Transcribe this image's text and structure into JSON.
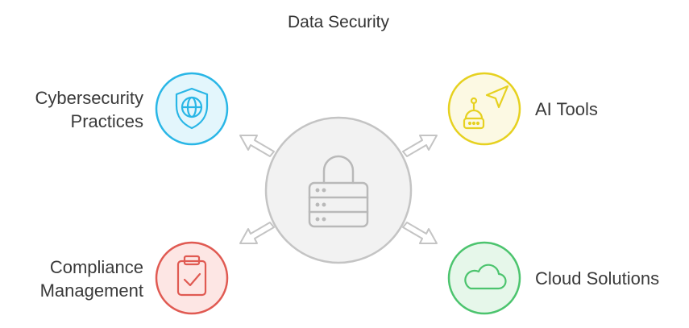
{
  "title": "Data Security",
  "center": {
    "icon": "lock-server-icon"
  },
  "nodes": [
    {
      "id": "cyber",
      "label_lines": [
        "Cybersecurity",
        "Practices"
      ],
      "icon": "shield-globe-icon",
      "color": "#29b6e6",
      "fill": "#e3f6fc"
    },
    {
      "id": "ai",
      "label_lines": [
        "AI Tools"
      ],
      "icon": "robot-cursor-icon",
      "color": "#e6d120",
      "fill": "#fcf9e3"
    },
    {
      "id": "compliance",
      "label_lines": [
        "Compliance",
        "Management"
      ],
      "icon": "clipboard-check-icon",
      "color": "#e05a52",
      "fill": "#fde6e4"
    },
    {
      "id": "cloud",
      "label_lines": [
        "Cloud Solutions"
      ],
      "icon": "cloud-icon",
      "color": "#4cc46e",
      "fill": "#e6f7ea"
    }
  ],
  "colors": {
    "center_stroke": "#c4c4c4",
    "center_fill": "#f2f2f2",
    "arrow_stroke": "#c4c4c4",
    "icon_gray": "#b9b9b9"
  }
}
